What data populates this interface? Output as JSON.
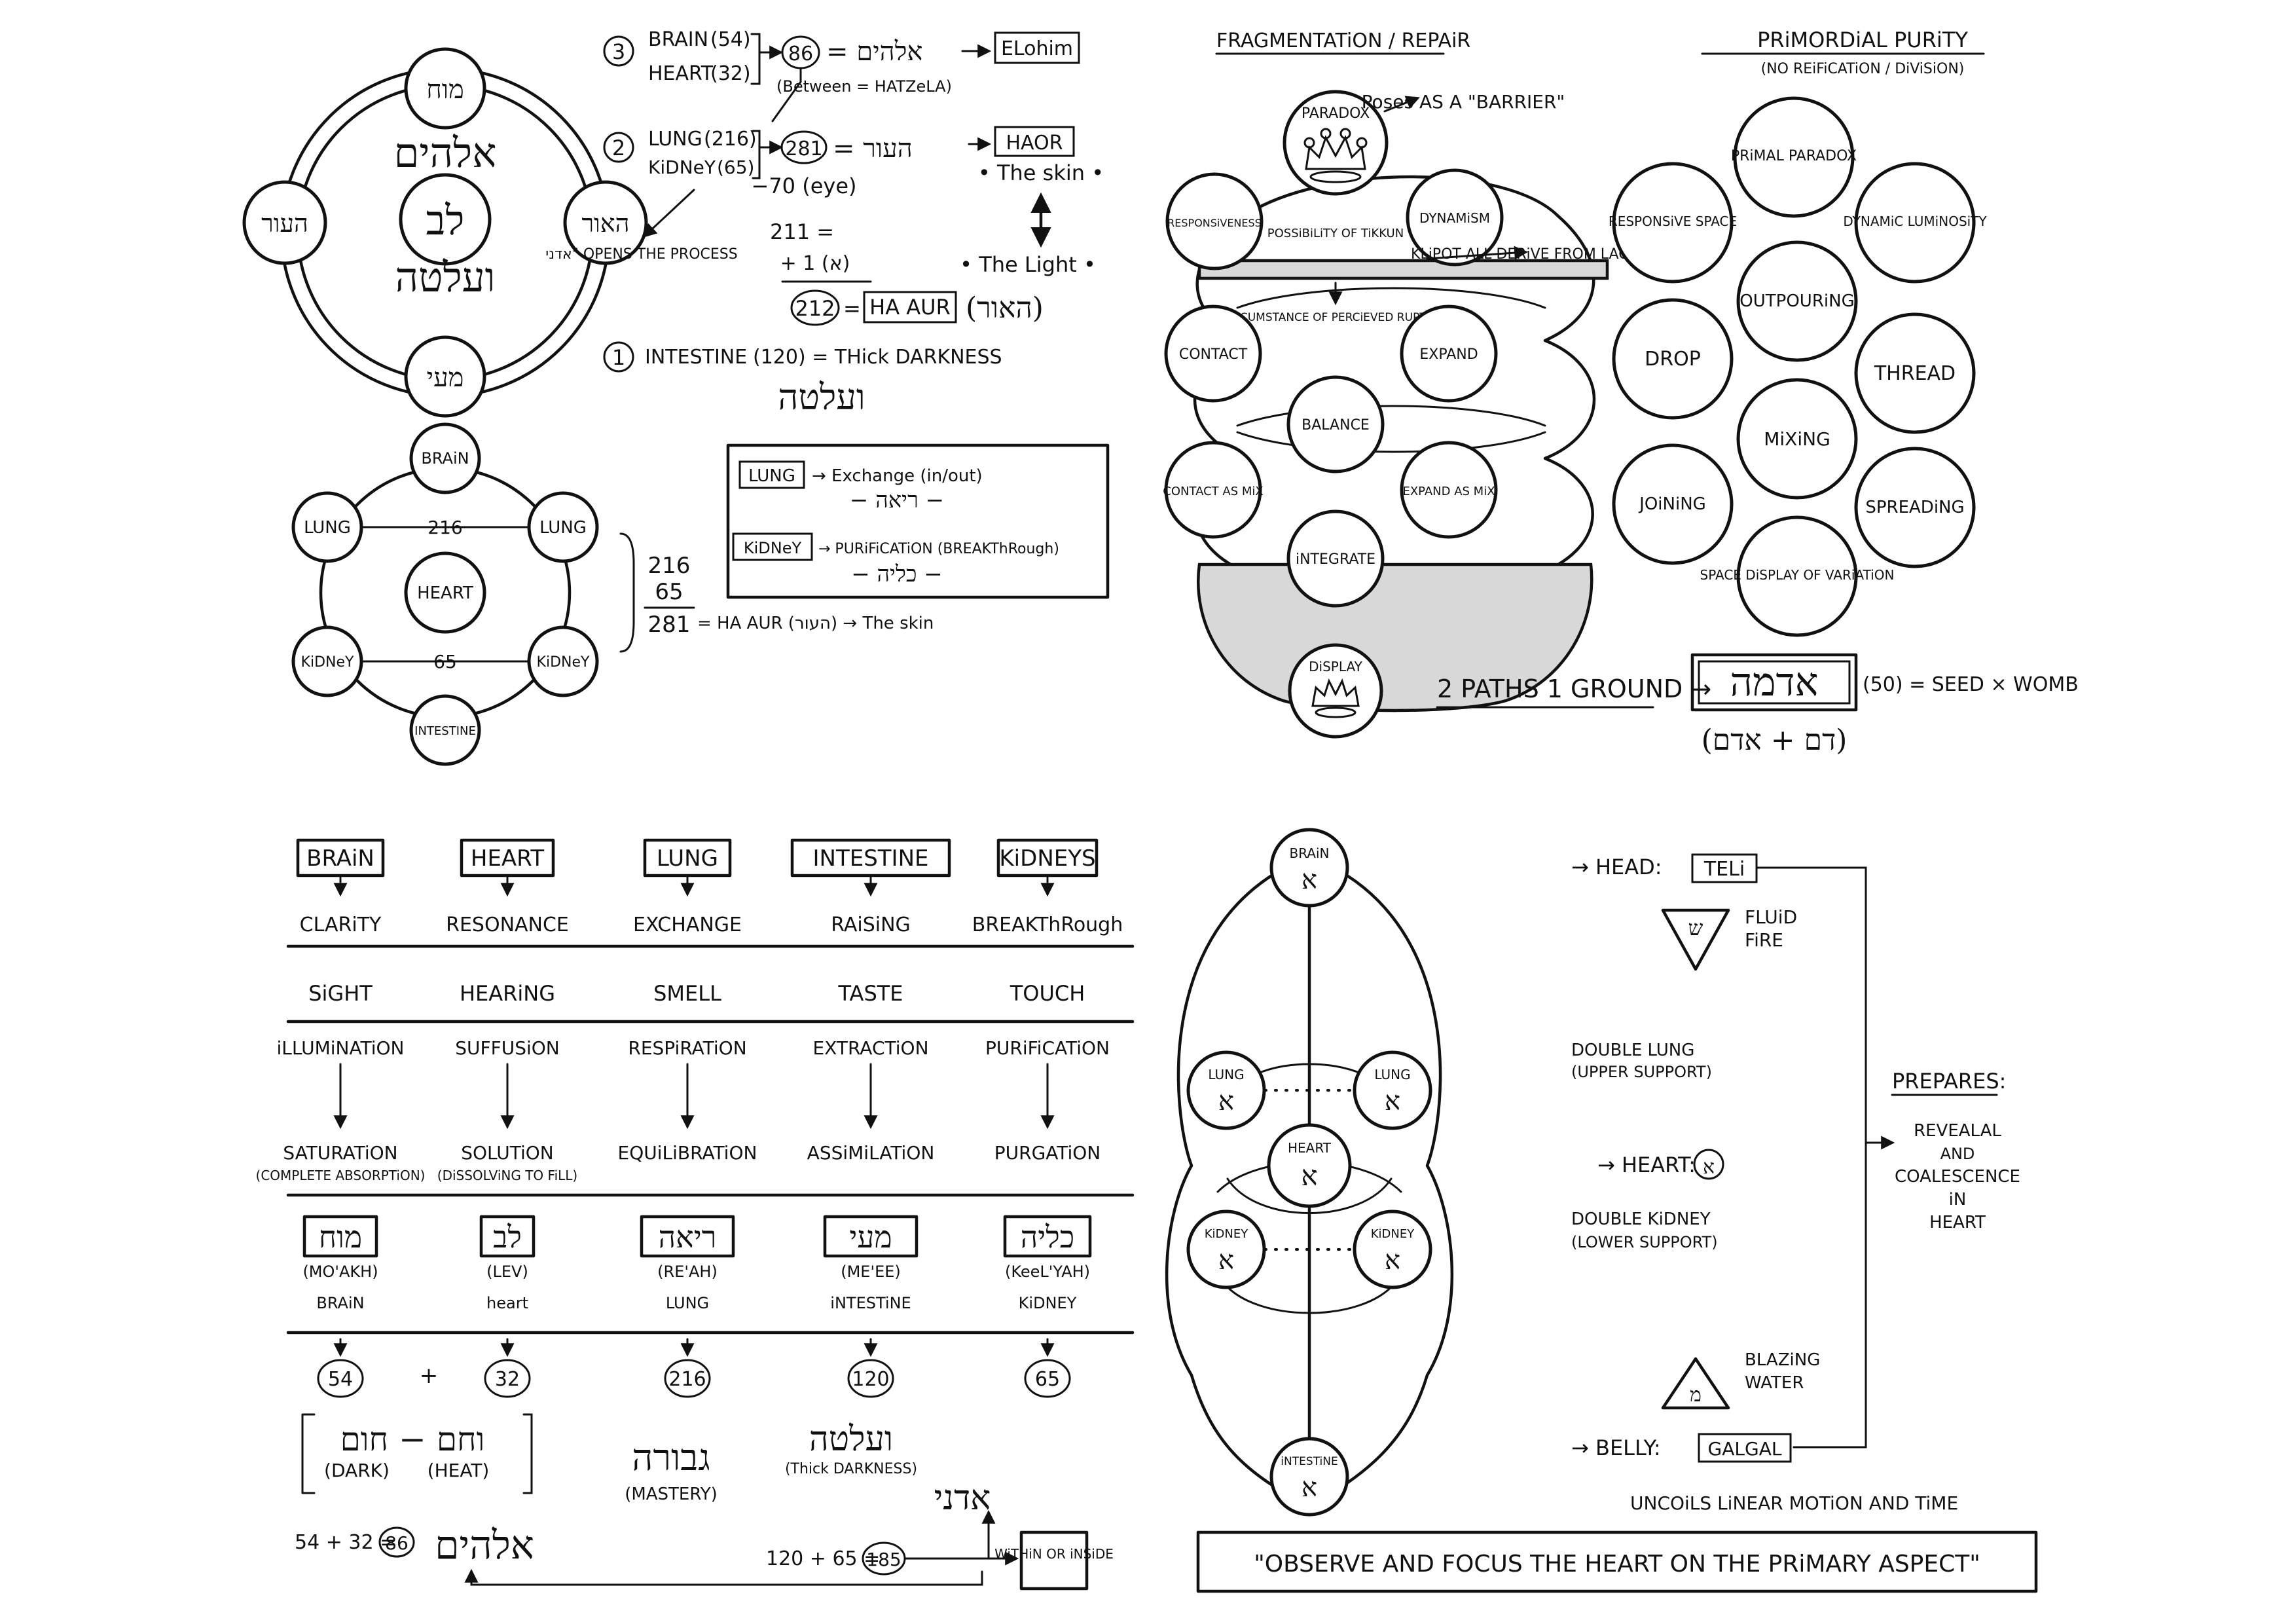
{
  "top_left": {
    "circle_diagram": {
      "top": "מוח",
      "right": "האור",
      "bottom": "מעי",
      "left": "העור",
      "center": "לב",
      "upper_text": "אלהים",
      "lower_text": "ועלטה"
    },
    "equations": {
      "e3_num": "3",
      "brain": "BRAIN",
      "brain_val": "(54)",
      "heart": "HEART",
      "heart_val": "(32)",
      "sum86": "86",
      "eq86": "= אלהים",
      "elohim": "ELohim",
      "between": "(Between = HATZeLA)",
      "e2_num": "2",
      "lung": "LUNG",
      "lung_val": "(216)",
      "kidney": "KiDNeY",
      "kidney_val": "(65)",
      "sum281": "281",
      "eq281": "= העור",
      "haor": "HAOR",
      "minus70": "−70 (eye)",
      "theskin": "• The skin •",
      "adonai_opens": "אדני\" OPENS THE PROCESS",
      "val211": "211 =",
      "plus1": "+ 1 (א)",
      "thelight": "• The Light •",
      "sum212": "212",
      "haaur": "HA AUR",
      "haor_heb": "(האור)",
      "e1_num": "1",
      "intestine": "INTESTINE",
      "intestine_line": "(120) = THick DARKNESS",
      "veaalata": "ועלטה"
    },
    "ring": {
      "brain": "BRAiN",
      "lung_left": "LUNG",
      "lung_right": "LUNG",
      "heart": "HEART",
      "kidney_left": "KiDNeY",
      "kidney_right": "KiDNeY",
      "intestine": "INTESTINE",
      "val216": "216",
      "val65": "65"
    },
    "sum": {
      "a": "216",
      "b": "65",
      "total": "281",
      "result": "= HA AUR (העור) → The skin"
    },
    "exchange_box": {
      "lung": "LUNG",
      "lung_text": "→ Exchange (in/out)",
      "lung_heb": "− ריאה −",
      "kidney": "KiDNeY",
      "kidney_text": "→ PURiFiCATiON (BREAKThRough)",
      "kidney_heb": "− כליה −"
    }
  },
  "top_right": {
    "frag_title": "FRAGMENTATiON / REPAiR",
    "paradox": "PARADOX",
    "poses": "Poses AS A \"BARRIER\"",
    "responsiveness": "RESPONSiVENESS",
    "dynamism": "DYNAMiSM",
    "possibility": "POSSiBiLiTY OF TiKKUN",
    "kliot": "KLiPOT ALL DERiVE FROM LACK OF DAAT",
    "circumstance": "CiRCUMSTANCE OF PERCiEVED RUPTURE",
    "contact": "CONTACT",
    "expand": "EXPAND",
    "balance": "BALANCE",
    "contact_mix": "CONTACT AS MiX",
    "expand_mix": "EXPAND AS MiX",
    "integrate": "iNTEGRATE",
    "display": "DiSPLAY",
    "purity_title": "PRiMORDiAL PURiTY",
    "purity_sub": "(NO REiFiCATiON / DiViSiON)",
    "primal_paradox": "PRiMAL PARADOX",
    "responsive_space": "RESPONSiVE SPACE",
    "dynamic_luminosity": "DYNAMiC LUMiNOSiTY",
    "outpouring": "OUTPOURiNG",
    "drop": "DROP",
    "thread": "THREAD",
    "mixing": "MiXiNG",
    "joining": "JOiNiNG",
    "spreading": "SPREADiNG",
    "space_display": "SPACE DiSPLAY OF VARiATiON",
    "paths": "2 PATHS 1 GROUND →",
    "adamah": "אדמה",
    "adamah_val": "(50) = SEED × WOMB",
    "dam_adam": "(דם + אדם)"
  },
  "bottom_left": {
    "organs": [
      "BRAiN",
      "HEART",
      "LUNG",
      "INTESTINE",
      "KiDNEYS"
    ],
    "qualities": [
      "CLARiTY",
      "RESONANCE",
      "EXCHANGE",
      "RAiSiNG",
      "BREAKThRough"
    ],
    "senses": [
      "SiGHT",
      "HEARiNG",
      "SMELL",
      "TASTE",
      "TOUCH"
    ],
    "processes": [
      "iLLUMiNATiON",
      "SUFFUSiON",
      "RESPiRATiON",
      "EXTRACTiON",
      "PURiFiCATiON"
    ],
    "results": [
      "SATURATiON",
      "SOLUTiON",
      "EQUiLiBRATiON",
      "ASSiMiLATiON",
      "PURGATiON"
    ],
    "results_notes": [
      "(COMPLETE ABSORPTiON)",
      "(DiSSOLViNG TO FiLL)"
    ],
    "hebrew_words": [
      "מוח",
      "לב",
      "ריאה",
      "מעי",
      "כליה"
    ],
    "translit": [
      "(MO'AKH)",
      "(LEV)",
      "(RE'AH)",
      "(ME'EE)",
      "(KeeL'YAH)"
    ],
    "english": [
      "BRAiN",
      "heart",
      "LUNG",
      "iNTESTiNE",
      "KiDNEY"
    ],
    "values": [
      "54",
      "32",
      "216",
      "120",
      "65"
    ],
    "plus": "+",
    "dark_heat_heb": "וחם − חום",
    "dark": "(DARK)",
    "heat": "(HEAT)",
    "gevurah": "גבורה",
    "mastery": "(MASTERY)",
    "vealata": "ועלטה",
    "thick_darkness": "(Thick DARKNESS)",
    "adonai": "אדני",
    "sum_eq": "54 + 32 =",
    "sum_val": "86",
    "elohim": "אלהים",
    "sum2_eq": "120 + 65 =",
    "sum2_val": "185",
    "within": "WiTHiN OR iNSiDE"
  },
  "bottom_right": {
    "brain": "BRAiN",
    "lung_left": "LUNG",
    "lung_right": "LUNG",
    "heart": "HEART",
    "kidney_left": "KiDNEY",
    "kidney_right": "KiDNEY",
    "intestine": "iNTESTiNE",
    "aleph": "א",
    "head": "→ HEAD:",
    "teli": "TELi",
    "shin": "ש",
    "fluid_fire": "FLUiD FiRE",
    "double_lung": "DOUBLE LUNG (UPPER SUPPORT)",
    "heart_label": "→ HEART:",
    "double_kidney": "DOUBLE KiDNEY (LOWER SUPPORT)",
    "prepares": "PREPARES:",
    "reveal": "REVEALAL AND COALESCENCE iN HEART",
    "mem": "מ",
    "blazing": "BLAZiNG WATER",
    "belly": "→ BELLY:",
    "galgal": "GALGAL",
    "uncoils": "UNCOiLS LiNEAR MOTiON AND TiME",
    "quote": "\"OBSERVE AND FOCUS THE HEART ON THE PRiMARY ASPECT\""
  }
}
